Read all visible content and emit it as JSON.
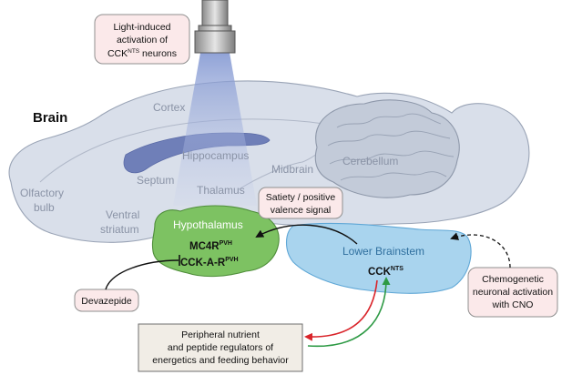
{
  "title": "Brain",
  "regions": {
    "cortex": "Cortex",
    "hippocampus": "Hippocampus",
    "septum": "Septum",
    "thalamus": "Thalamus",
    "midbrain": "Midbrain",
    "cerebellum": "Cerebellum",
    "olfactory_line1": "Olfactory",
    "olfactory_line2": "bulb",
    "ventral_line1": "Ventral",
    "ventral_line2": "striatum"
  },
  "hypothalamus": {
    "label": "Hypothalamus",
    "receptor1": "MC4R",
    "receptor1_sup": "PVH",
    "receptor2": "CCK-A-R",
    "receptor2_sup": "PVH"
  },
  "brainstem": {
    "label": "Lower Brainstem",
    "neuron": "CCK",
    "neuron_sup": "NTS"
  },
  "callouts": {
    "light_line1": "Light-induced",
    "light_line2": "activation of",
    "light_line3": "CCK",
    "light_line3_sup": "NTS",
    "light_line3_end": " neurons",
    "satiety_line1": "Satiety / positive",
    "satiety_line2": "valence signal",
    "devazepide": "Devazepide",
    "chemo_line1": "Chemogenetic",
    "chemo_line2": "neuronal activation",
    "chemo_line3": "with CNO",
    "peripheral_line1": "Peripheral nutrient",
    "peripheral_line2": "and peptide regulators of",
    "peripheral_line3": "energetics and feeding behavior"
  },
  "colors": {
    "brain_fill": "#d9dfea",
    "hypothalamus_fill": "#7dc262",
    "brainstem_fill": "#a9d4ee",
    "callout_fill": "#fbe9ea",
    "peripheral_fill": "#f1ede6",
    "red_arrow": "#d9242a",
    "green_arrow": "#2e9a45"
  }
}
